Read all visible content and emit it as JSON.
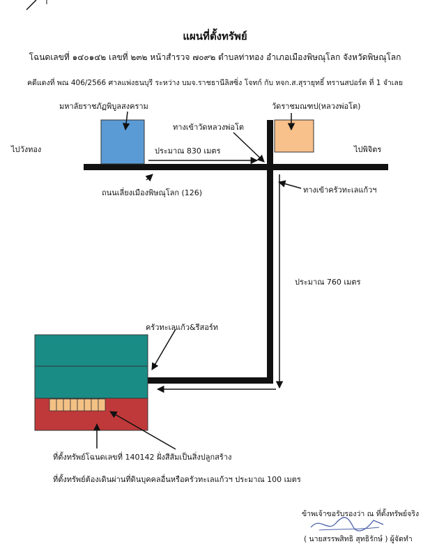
{
  "header": {
    "title": "แผนที่ตั้งทรัพย์",
    "deed_line": "โฉนดเลขที่ ๑๔๐๑๔๒ เลขที่ ๒๓๒ หน้าสำรวจ ๗๐๙๒ ตำบลท่าทอง อำเภอเมืองพิษณุโลก จังหวัดพิษณุโลก",
    "case_line": "คดีแดงที่ พณ 406/2566 ศาลแพ่งธนบุรี ระหว่าง บมจ.ราชธานีลิสซิ่ง โจทก์ กับ หจก.ส.สุรายุทธิ์ ทรานสปอร์ต ที่ 1 จำเลย"
  },
  "map": {
    "labels": {
      "university": "มหาลัยราชภัฏพิบูลสงคราม",
      "temple": "วัดราชมณฑป(หลวงพ่อโต)",
      "temple_entrance": "ทางเข้าวัดหลวงพ่อโต",
      "west": "ไปวังทอง",
      "east": "ไปพิจิตร",
      "distance_830": "ประมาณ 830 เมตร",
      "road_name": "ถนนเลี่ยงเมืองพิษณุโลก (126)",
      "restaurant_entrance": "ทางเข้าครัวทะเลแก้วฯ",
      "distance_760": "ประมาณ 760 เมตร",
      "restaurant": "ครัวทะเลแก้ว&รีสอร์ท"
    },
    "colors": {
      "road": "#111111",
      "university_box": "#5b9bd5",
      "temple_box": "#f8c08a",
      "restaurant_box": "#1a8c86",
      "property_land": "#c0393a",
      "property_plot": "#f4c185"
    },
    "property_plot_units": 8
  },
  "notes": {
    "location": "ที่ตั้งทรัพย์โฉนดเลขที่ 140142 ฝั่งสีส้มเป็นสิ่งปลูกสร้าง",
    "access": "ที่ตั้งทรัพย์ต้องเดินผ่านที่ดินบุคคลอื่นหรือครัวทะเลแก้วฯ ประมาณ 100 เมตร"
  },
  "signature": {
    "certify": "ข้าพเจ้าขอรับรองว่า ณ ที่ตั้งทรัพย์จริง",
    "name": "( นายสรรพสิทธิ สุทธิรักษ์ ) ผู้จัดทำ"
  }
}
